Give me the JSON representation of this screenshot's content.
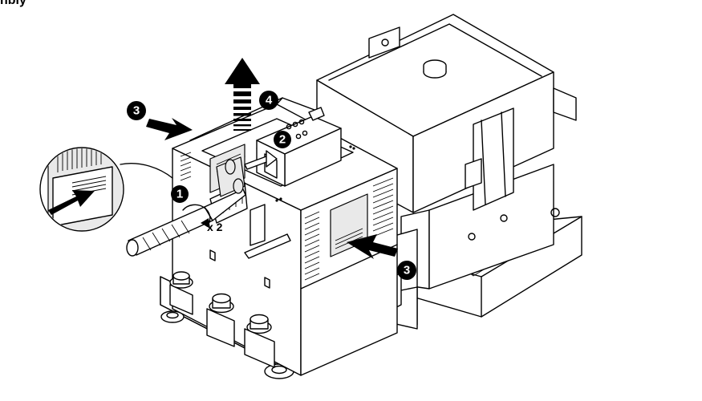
{
  "header": {
    "title_fragment": "nbly"
  },
  "callouts": {
    "step_1": "1",
    "step_2": "2",
    "step_3_left": "3",
    "step_3_right": "3",
    "step_4": "4"
  },
  "labels": {
    "quantity": "x 2"
  },
  "colors": {
    "ink": "#000000",
    "paper": "#ffffff",
    "shade": "#e9e9e9"
  }
}
